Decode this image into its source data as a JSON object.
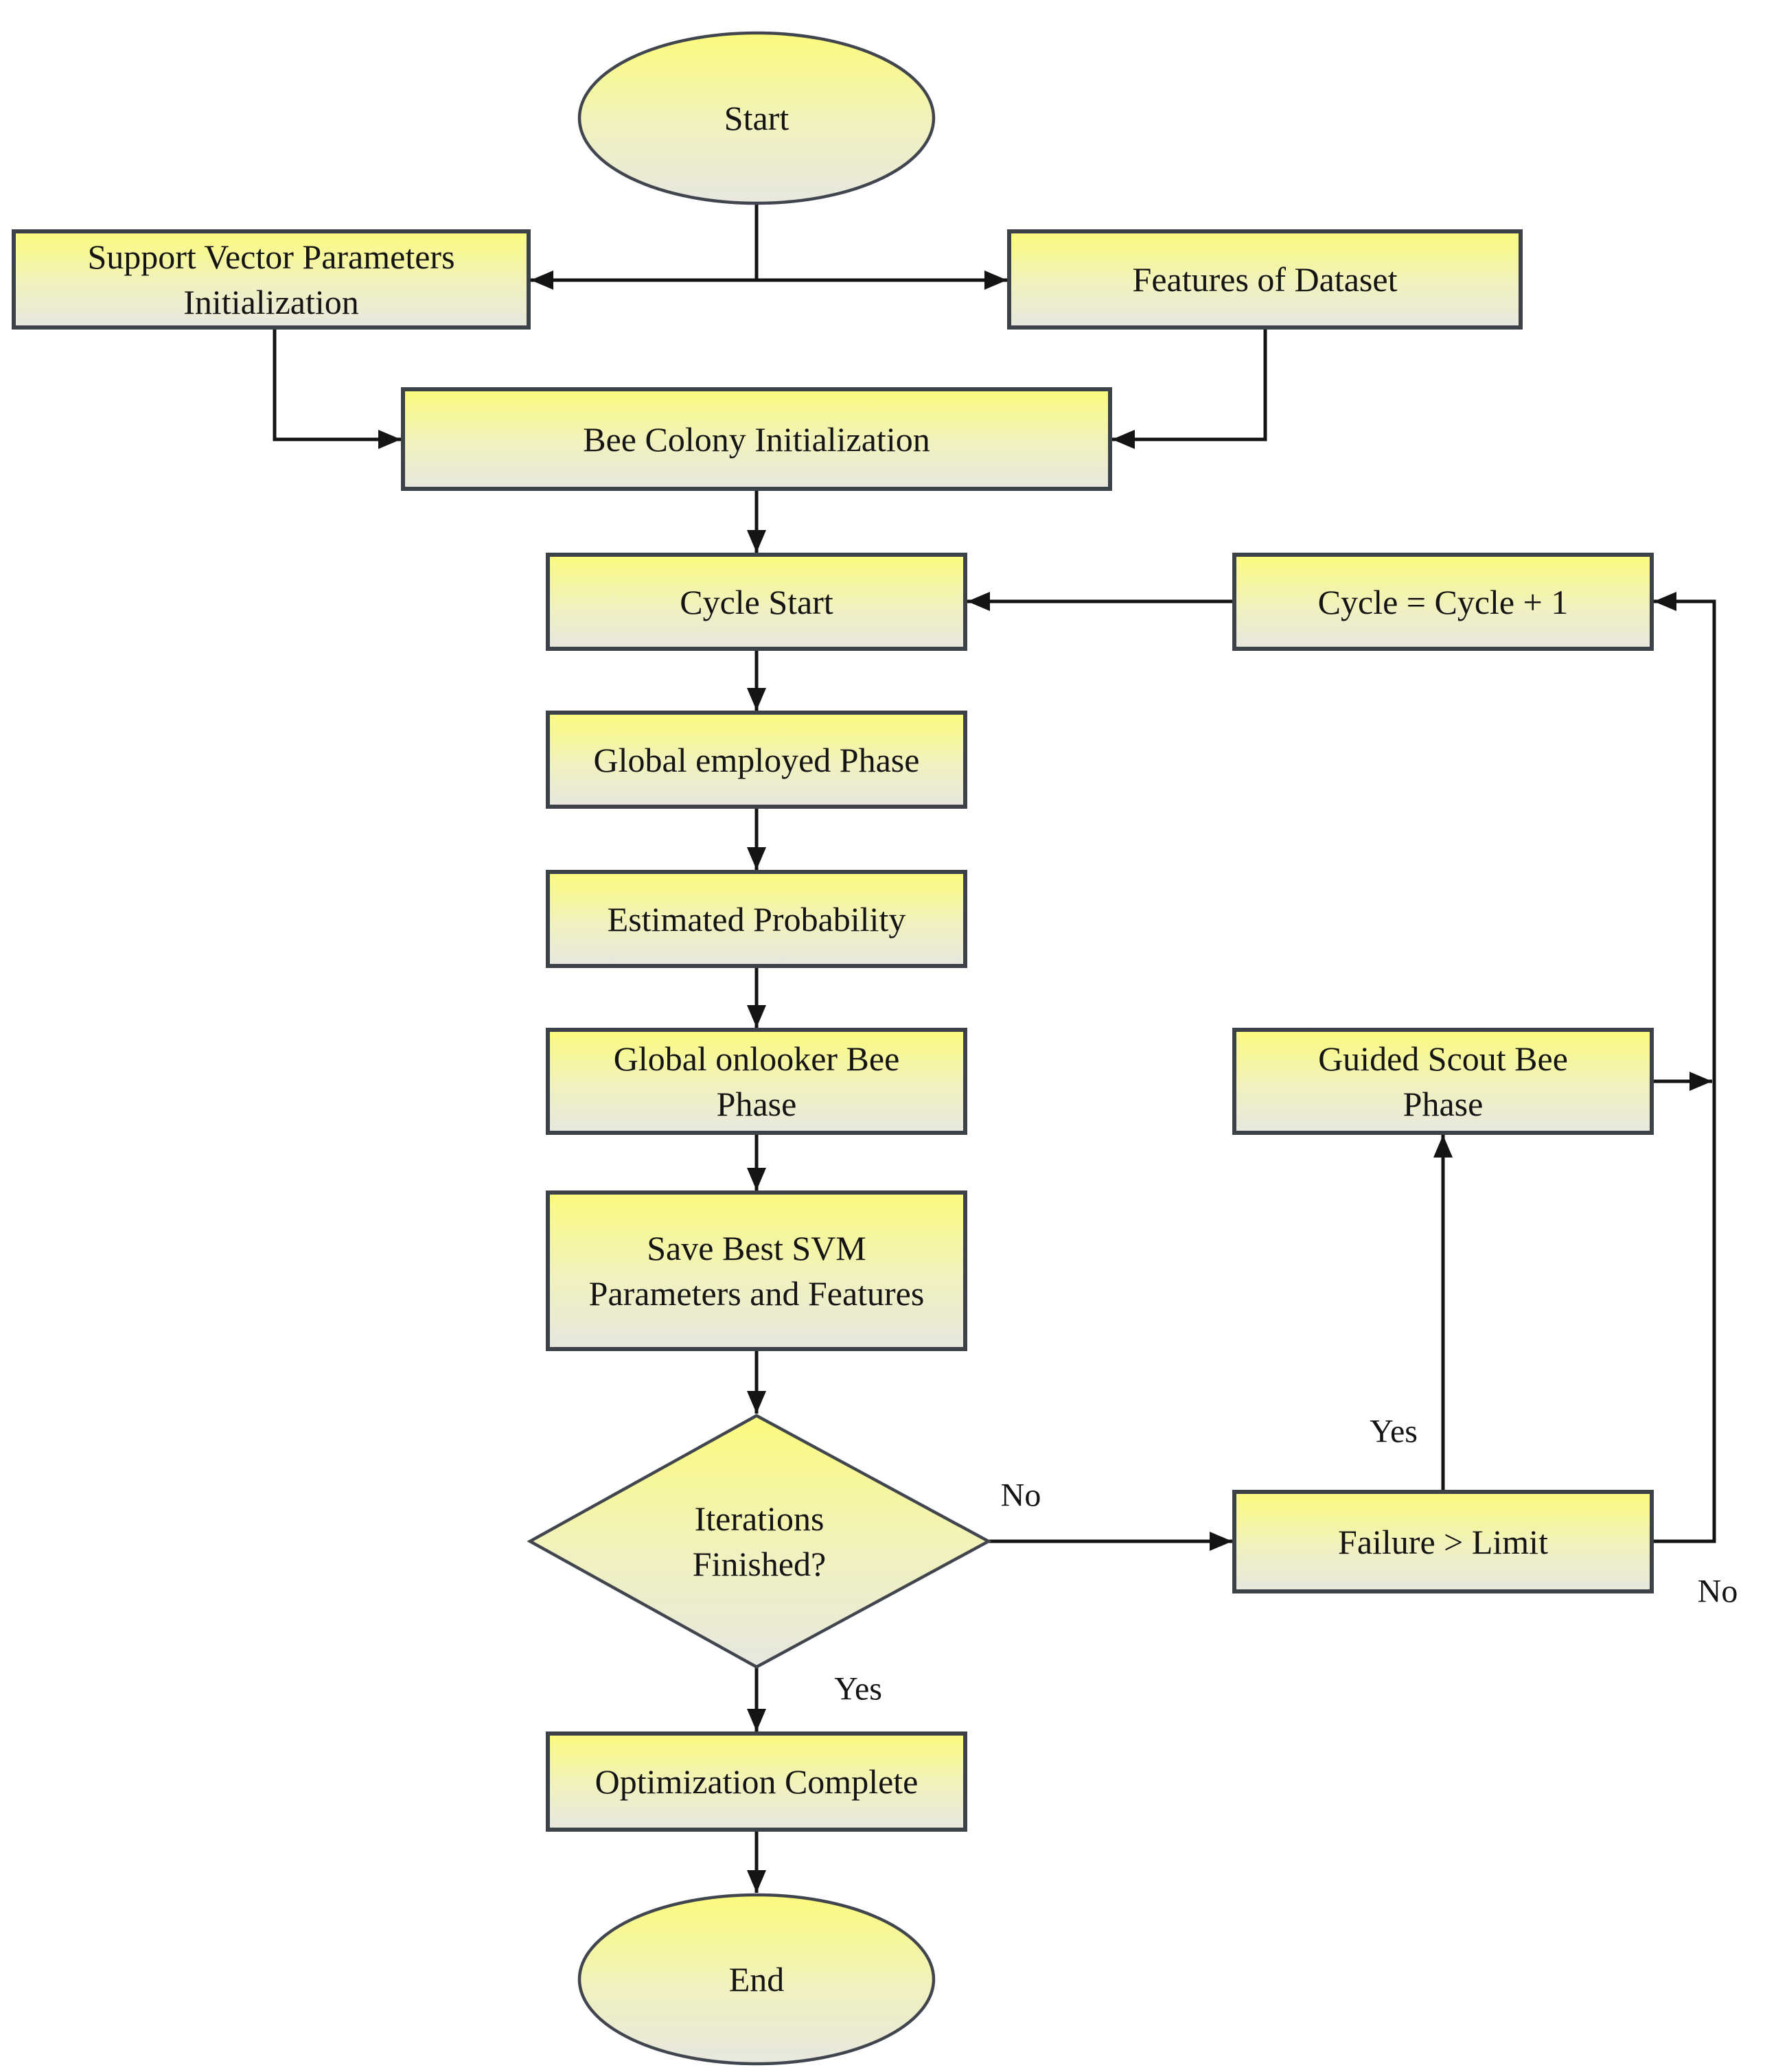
{
  "diagram": {
    "type": "flowchart",
    "nodes": {
      "start": "Start",
      "svp_init": "Support Vector Parameters\nInitialization",
      "features": "Features of Dataset",
      "bee_colony": "Bee Colony Initialization",
      "cycle_start": "Cycle Start",
      "cycle_inc": "Cycle = Cycle + 1",
      "employed": "Global employed Phase",
      "probability": "Estimated Probability",
      "onlooker": "Global onlooker Bee\nPhase",
      "scout": "Guided Scout Bee\nPhase",
      "save_best": "Save Best SVM\nParameters and Features",
      "iterations": "Iterations\nFinished?",
      "failure": "Failure > Limit",
      "optimization": "Optimization Complete",
      "end": "End"
    },
    "edge_labels": {
      "iterations_no": "No",
      "iterations_yes": "Yes",
      "failure_yes": "Yes",
      "failure_no": "No"
    },
    "colors": {
      "node_fill_top": "#fbfb7d",
      "node_fill_mid": "#f1f1bf",
      "node_fill_bottom": "#e7e7e0",
      "node_border": "#3d4249",
      "connector": "#141414",
      "text": "#141414",
      "background": "#ffffff"
    }
  }
}
